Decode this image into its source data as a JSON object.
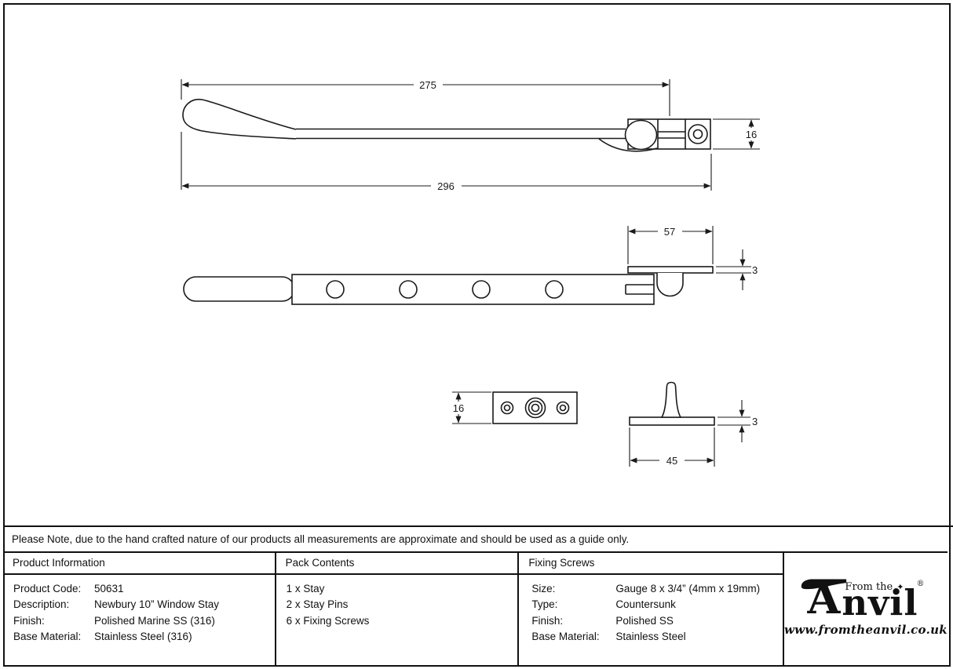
{
  "page": {
    "background": "#ffffff",
    "line_color": "#1a1a1a"
  },
  "drawing": {
    "dims": {
      "arm_length": "275",
      "overall_length": "296",
      "end_block_height": "16",
      "keeper_plate_length": "57",
      "keeper_plate_thickness": "3",
      "mounting_plate_height": "16",
      "pin_plate_width": "45",
      "pin_plate_thickness": "3"
    }
  },
  "note": "Please Note, due to the hand crafted nature of our products all measurements are approximate and should be used as a guide only.",
  "table": {
    "product_information": {
      "header": "Product Information",
      "rows": [
        {
          "label": "Product Code:",
          "value": "50631"
        },
        {
          "label": "Description:",
          "value": "Newbury 10” Window Stay"
        },
        {
          "label": "Finish:",
          "value": "Polished Marine SS (316)"
        },
        {
          "label": "Base Material:",
          "value": "Stainless Steel (316)"
        }
      ]
    },
    "pack_contents": {
      "header": "Pack Contents",
      "items": [
        "1 x Stay",
        "2 x Stay Pins",
        "6 x Fixing Screws"
      ]
    },
    "fixing_screws": {
      "header": "Fixing Screws",
      "rows": [
        {
          "label": "Size:",
          "value": "Gauge 8 x 3/4” (4mm x 19mm)"
        },
        {
          "label": "Type:",
          "value": "Countersunk"
        },
        {
          "label": "Finish:",
          "value": "Polished SS"
        },
        {
          "label": "Base Material:",
          "value": "Stainless Steel"
        }
      ]
    }
  },
  "logo": {
    "name_initial": "A",
    "name_rest": "nvil",
    "prefix": "From the",
    "diamond": "✦",
    "registered": "®",
    "website": "www.fromtheanvil.co.uk"
  }
}
